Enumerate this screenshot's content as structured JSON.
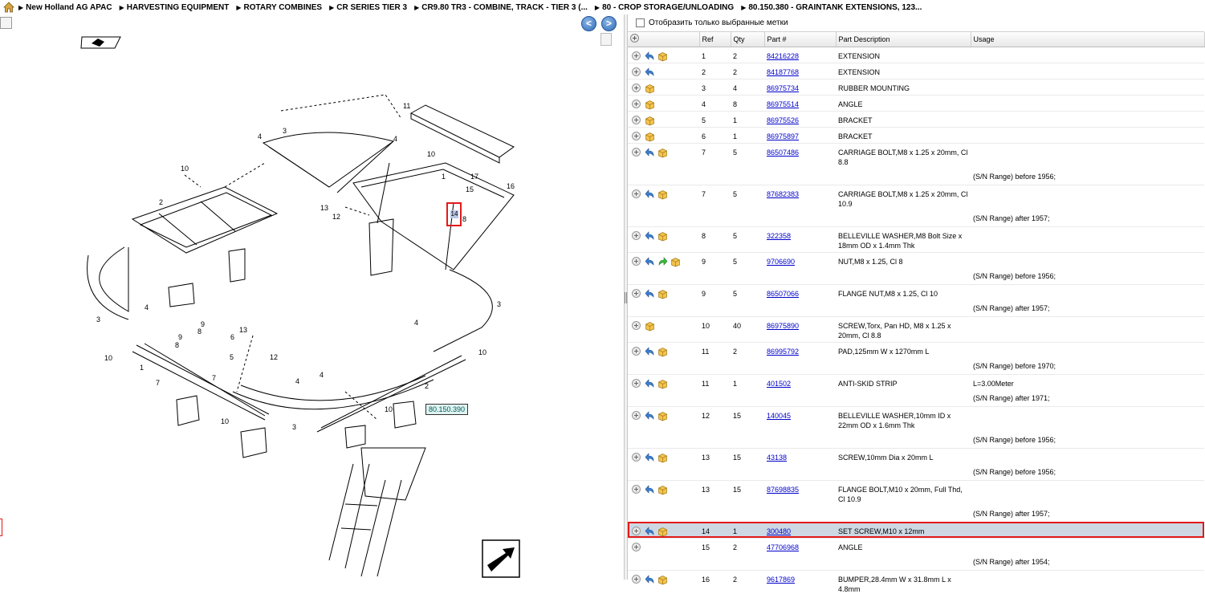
{
  "breadcrumb": {
    "items": [
      "New Holland AG APAC",
      "HARVESTING EQUIPMENT",
      "ROTARY COMBINES",
      "CR SERIES TIER 3",
      "CR9.80 TR3 - COMBINE, TRACK - TIER 3 (...",
      "80 - CROP STORAGE/UNLOADING",
      "80.150.380 - GRAINTANK EXTENSIONS, 123..."
    ]
  },
  "diagram": {
    "highlight_callout": "14",
    "reference_box": "80.150.390",
    "labels": [
      "11",
      "3",
      "4",
      "4",
      "10",
      "1",
      "10",
      "17",
      "15",
      "16",
      "2",
      "13",
      "12",
      "8",
      "3",
      "4",
      "3",
      "4",
      "9",
      "8",
      "6",
      "9",
      "13",
      "7",
      "5",
      "10",
      "1",
      "12",
      "4",
      "7",
      "4",
      "2",
      "10",
      "7",
      "10",
      "3",
      "10"
    ],
    "nav_back": "<",
    "nav_forward": ">"
  },
  "filter": {
    "label": "Отобразить только выбранные метки"
  },
  "table": {
    "headers": {
      "ref": "Ref",
      "qty": "Qty",
      "part": "Part #",
      "desc": "Part Description",
      "usage": "Usage"
    },
    "rows": [
      {
        "ref": "1",
        "qty": "2",
        "part": "84216228",
        "desc": "EXTENSION",
        "usage": "",
        "icons": [
          "back",
          "box"
        ]
      },
      {
        "ref": "2",
        "qty": "2",
        "part": "84187768",
        "desc": "EXTENSION",
        "usage": "",
        "icons": [
          "back"
        ]
      },
      {
        "ref": "3",
        "qty": "4",
        "part": "86975734",
        "desc": "RUBBER MOUNTING",
        "usage": "",
        "icons": [
          "box"
        ]
      },
      {
        "ref": "4",
        "qty": "8",
        "part": "86975514",
        "desc": "ANGLE",
        "usage": "",
        "icons": [
          "box"
        ]
      },
      {
        "ref": "5",
        "qty": "1",
        "part": "86975526",
        "desc": "BRACKET",
        "usage": "",
        "icons": [
          "box"
        ]
      },
      {
        "ref": "6",
        "qty": "1",
        "part": "86975897",
        "desc": "BRACKET",
        "usage": "",
        "icons": [
          "box"
        ]
      },
      {
        "ref": "7",
        "qty": "5",
        "part": "86507486",
        "desc": "CARRIAGE BOLT,M8 x 1.25 x 20mm, Cl 8.8",
        "usage": "",
        "note": "(S/N Range) before 1956;",
        "icons": [
          "back",
          "box"
        ]
      },
      {
        "ref": "7",
        "qty": "5",
        "part": "87682383",
        "desc": "CARRIAGE BOLT,M8 x 1.25 x 20mm, Cl 10.9",
        "usage": "",
        "note": "(S/N Range) after 1957;",
        "icons": [
          "back",
          "box"
        ]
      },
      {
        "ref": "8",
        "qty": "5",
        "part": "322358",
        "desc": "BELLEVILLE WASHER,M8 Bolt Size x 18mm OD x 1.4mm Thk",
        "usage": "",
        "icons": [
          "back",
          "box"
        ]
      },
      {
        "ref": "9",
        "qty": "5",
        "part": "9706690",
        "desc": "NUT,M8 x 1.25, Cl 8",
        "usage": "",
        "note": "(S/N Range) before 1956;",
        "icons": [
          "back",
          "fwd",
          "box"
        ]
      },
      {
        "ref": "9",
        "qty": "5",
        "part": "86507066",
        "desc": "FLANGE NUT,M8 x 1.25, Cl 10",
        "usage": "",
        "note": "(S/N Range) after 1957;",
        "icons": [
          "back",
          "box"
        ]
      },
      {
        "ref": "10",
        "qty": "40",
        "part": "86975890",
        "desc": "SCREW,Torx, Pan HD, M8 x 1.25 x 20mm, Cl 8.8",
        "usage": "",
        "icons": [
          "box"
        ]
      },
      {
        "ref": "11",
        "qty": "2",
        "part": "86995792",
        "desc": "PAD,125mm W x 1270mm L",
        "usage": "",
        "note": "(S/N Range) before 1970;",
        "icons": [
          "back",
          "box"
        ]
      },
      {
        "ref": "11",
        "qty": "1",
        "part": "401502",
        "desc": "ANTI-SKID STRIP",
        "usage": "L=3.00Meter",
        "note": "(S/N Range) after 1971;",
        "icons": [
          "back",
          "box"
        ]
      },
      {
        "ref": "12",
        "qty": "15",
        "part": "140045",
        "desc": "BELLEVILLE WASHER,10mm ID x 22mm OD x 1.6mm Thk",
        "usage": "",
        "note": "(S/N Range) before 1956;",
        "icons": [
          "back",
          "box"
        ]
      },
      {
        "ref": "13",
        "qty": "15",
        "part": "43138",
        "desc": "SCREW,10mm Dia x 20mm L",
        "usage": "",
        "note": "(S/N Range) before 1956;",
        "icons": [
          "back",
          "box"
        ]
      },
      {
        "ref": "13",
        "qty": "15",
        "part": "87698835",
        "desc": "FLANGE BOLT,M10 x 20mm, Full Thd, Cl 10.9",
        "usage": "",
        "note": "(S/N Range) after 1957;",
        "icons": [
          "back",
          "box"
        ]
      },
      {
        "ref": "14",
        "qty": "1",
        "part": "300480",
        "desc": "SET SCREW,M10 x 12mm",
        "usage": "",
        "selected": true,
        "icons": [
          "back",
          "box"
        ]
      },
      {
        "ref": "15",
        "qty": "2",
        "part": "47706968",
        "desc": "ANGLE",
        "usage": "",
        "note": "(S/N Range) after 1954;",
        "icons": []
      },
      {
        "ref": "16",
        "qty": "2",
        "part": "9617869",
        "desc": "BUMPER,28.4mm W x 31.8mm L x 4.8mm",
        "usage": "",
        "icons": [
          "back",
          "box"
        ]
      }
    ]
  },
  "colors": {
    "highlight_border": "#e21a1a",
    "selected_row": "#cdd8e3",
    "link": "#0000cc"
  }
}
